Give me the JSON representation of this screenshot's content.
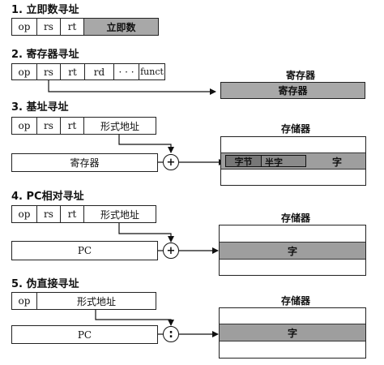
{
  "sections": [
    {
      "heading": "1. 立即数寻址",
      "fields": [
        "op",
        "rs",
        "rt",
        "立即数"
      ]
    },
    {
      "heading": "2. 寄存器寻址",
      "fields": [
        "op",
        "rs",
        "rt",
        "rd",
        "· · ·",
        "funct"
      ],
      "target_caption": "寄存器",
      "target_label": "寄存器"
    },
    {
      "heading": "3. 基址寻址",
      "fields": [
        "op",
        "rs",
        "rt",
        "形式地址"
      ],
      "source_label": "寄存器",
      "operator": "+",
      "memory_caption": "存储器",
      "memory_byte": "字节",
      "memory_halfword": "半字",
      "memory_word": "字"
    },
    {
      "heading": "4. PC相对寻址",
      "fields": [
        "op",
        "rs",
        "rt",
        "形式地址"
      ],
      "source_label": "PC",
      "operator": "+",
      "memory_caption": "存储器",
      "memory_word": "字"
    },
    {
      "heading": "5. 伪直接寻址",
      "fields": [
        "op",
        "形式地址"
      ],
      "source_label": "PC",
      "operator": ":",
      "memory_caption": "存储器",
      "memory_word": "字"
    }
  ],
  "colors": {
    "shaded_fill": "#a8a8a8",
    "memory_bar": "#9e9e9e",
    "line": "#111111"
  }
}
